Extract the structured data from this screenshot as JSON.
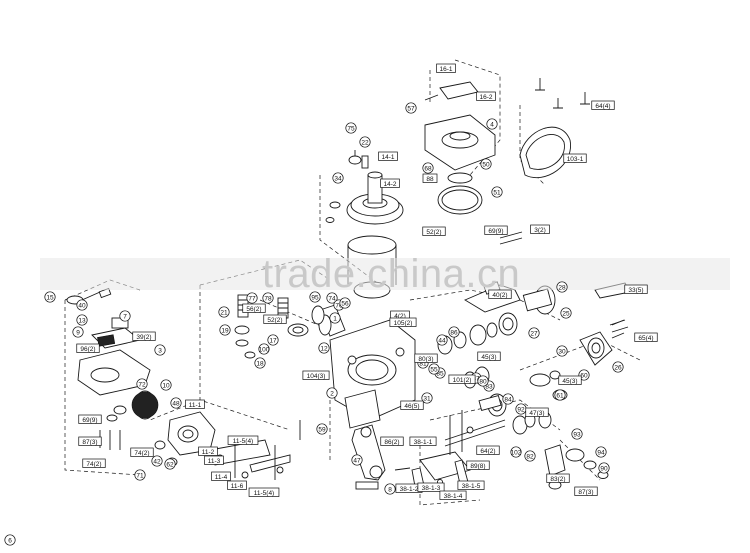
{
  "diagram": {
    "watermark": "trade.china.cn",
    "callouts_circle": [
      "15",
      "40",
      "13",
      "9",
      "3",
      "7",
      "10",
      "72",
      "48",
      "42",
      "62",
      "71",
      "75",
      "22",
      "34",
      "4",
      "50",
      "51",
      "57",
      "68",
      "21",
      "77",
      "78",
      "17",
      "19",
      "100",
      "18",
      "95",
      "74",
      "76",
      "1",
      "12",
      "2",
      "59",
      "44",
      "47",
      "8",
      "86",
      "27",
      "25",
      "28",
      "26",
      "30",
      "60",
      "61",
      "31",
      "37",
      "83",
      "84",
      "82",
      "92",
      "93",
      "102",
      "90",
      "94",
      "85",
      "80",
      "81",
      "55",
      "56",
      "6"
    ],
    "callouts_box": [
      "16-1",
      "16-2",
      "64(4)",
      "103-1",
      "14-1",
      "14-2",
      "88",
      "52(2)",
      "69(9)",
      "3(2)",
      "33(5)",
      "40(2)",
      "65(4)",
      "56(2)",
      "52(2)",
      "4(2)",
      "105(2)",
      "104(3)",
      "39(2)",
      "96(2)",
      "69(9)",
      "87(3)",
      "74(2)",
      "74(2)",
      "11-1",
      "11-5(4)",
      "11-2",
      "11-3",
      "11-4",
      "11-6",
      "11-5(4)",
      "46(5)",
      "86(2)",
      "38-1-1",
      "64(2)",
      "89(8)",
      "38-1-2",
      "38-1-3",
      "38-1-5",
      "38-1-4",
      "101(2)",
      "80(3)",
      "45(3)",
      "45(3)",
      "47(3)",
      "83(2)",
      "87(3)"
    ]
  }
}
